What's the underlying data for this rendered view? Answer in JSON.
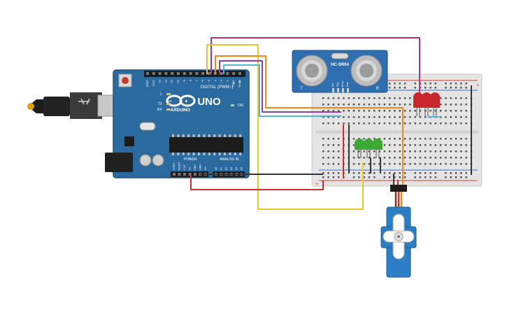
{
  "arduino": {
    "logo_text": "UNO",
    "brand_text": "ARDUINO",
    "digital_label": "DIGITAL (PWM~)",
    "on_label": "ON",
    "power_label": "POWER",
    "analog_label": "ANALOG IN",
    "led_labels": [
      "L",
      "TX",
      "RX"
    ],
    "digital_pins": [
      "AREF",
      "GND",
      "13",
      "12",
      "~11",
      "~10",
      "~9",
      "8",
      "7",
      "~6",
      "~5",
      "4",
      "~3",
      "2",
      "TX▶1",
      "RX◀0"
    ],
    "power_pins": [
      "IOREF",
      "RESET",
      "3.3V",
      "5V",
      "GND",
      "GND",
      "Vin"
    ],
    "analog_pins": [
      "A0",
      "A1",
      "A2",
      "A3",
      "A4",
      "A5"
    ]
  },
  "sensor": {
    "label": "HC-SR04",
    "pins": [
      "Vcc",
      "Trig",
      "Echo",
      "Gnd"
    ],
    "left_mark": "T",
    "right_mark": "R"
  },
  "colors": {
    "board": "#2b6a9f",
    "board_edge": "#1f527d",
    "breadboard": "#e6e6e6",
    "sensor": "#2f6fb0",
    "servo": "#2c7fc4",
    "wire_yellow": "#e8c629",
    "wire_orange": "#ef8a17",
    "wire_purple": "#8e3fa0",
    "wire_magenta": "#b0308a",
    "wire_cyan": "#52b7d6",
    "wire_red": "#d22b2b",
    "wire_black": "#333333",
    "led_red": "#c8282b",
    "led_green": "#3aaa35"
  }
}
